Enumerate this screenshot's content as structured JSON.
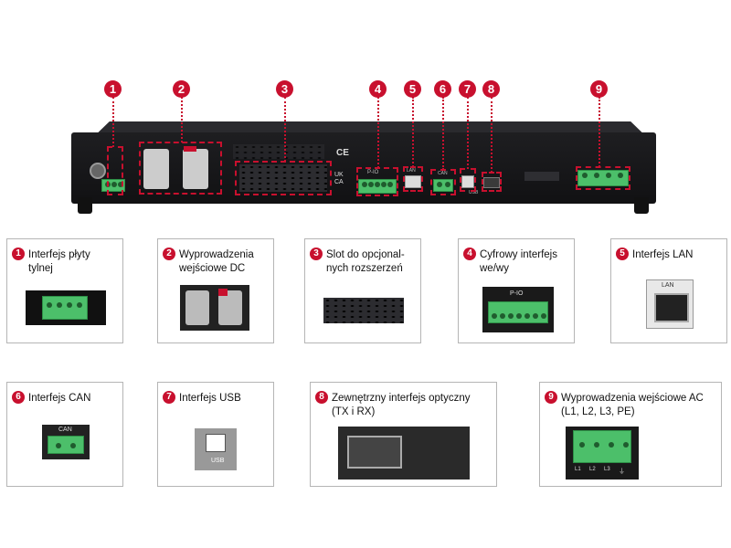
{
  "callouts": [
    {
      "number": "1"
    },
    {
      "number": "2"
    },
    {
      "number": "3"
    },
    {
      "number": "4"
    },
    {
      "number": "5"
    },
    {
      "number": "6"
    },
    {
      "number": "7"
    },
    {
      "number": "8"
    },
    {
      "number": "9"
    }
  ],
  "device": {
    "ce_mark": "CE",
    "ukca_mark": "UK CA",
    "port_lan": "LAN",
    "port_can": "CAN",
    "port_usb": "USB",
    "port_pio": "P-IO"
  },
  "cards": [
    {
      "number": "1",
      "label": "Interfejs płyty\ntylnej"
    },
    {
      "number": "2",
      "label": "Wyprowadzenia\nwejściowe DC"
    },
    {
      "number": "3",
      "label": "Slot do opcjonal-\nnych rozszerzeń"
    },
    {
      "number": "4",
      "label": "Cyfrowy interfejs\nwe/wy",
      "port_label": "P-IO"
    },
    {
      "number": "5",
      "label": "Interfejs LAN",
      "port_label": "LAN"
    },
    {
      "number": "6",
      "label": "Interfejs CAN",
      "port_label": "CAN"
    },
    {
      "number": "7",
      "label": "Interfejs USB",
      "port_label": "USB"
    },
    {
      "number": "8",
      "label": "Zewnętrzny interfejs optyczny\n(TX i RX)"
    },
    {
      "number": "9",
      "label": "Wyprowadzenia wejściowe AC\n(L1, L2, L3, PE)",
      "terminal_labels": [
        "L1",
        "L2",
        "L3"
      ]
    }
  ],
  "colors": {
    "accent": "#c8102e",
    "terminal_green": "#4cbf6a",
    "chassis": "#151517"
  }
}
